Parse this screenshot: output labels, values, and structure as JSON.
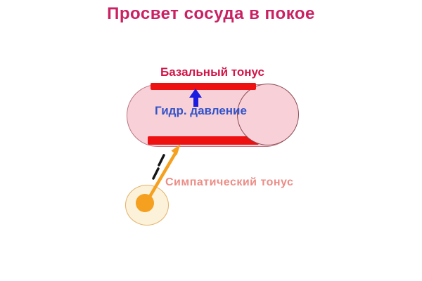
{
  "title": "Просвет сосуда в покое",
  "labels": {
    "basal_tone": "Базальный тонус",
    "hydro_pressure": "Гидр. давление",
    "sympathetic_tone": "Симпатический тонус"
  },
  "colors": {
    "background": "#ffffff",
    "title": "#ca2163",
    "basal_label": "#d11648",
    "pressure_label": "#3353c9",
    "sympathetic_label": "#ec8d86",
    "tone_bar": "#ee1111",
    "pressure_arrow": "#1c1ce0",
    "vessel_fill": "#f8d1d8",
    "vessel_border": "#bb7580",
    "endcap_border": "#8a4a52",
    "nerve_fiber": "#f5a01e",
    "soma_fill": "#fcf1d9",
    "soma_border": "#e3b269",
    "impulse_mark": "#151515"
  }
}
